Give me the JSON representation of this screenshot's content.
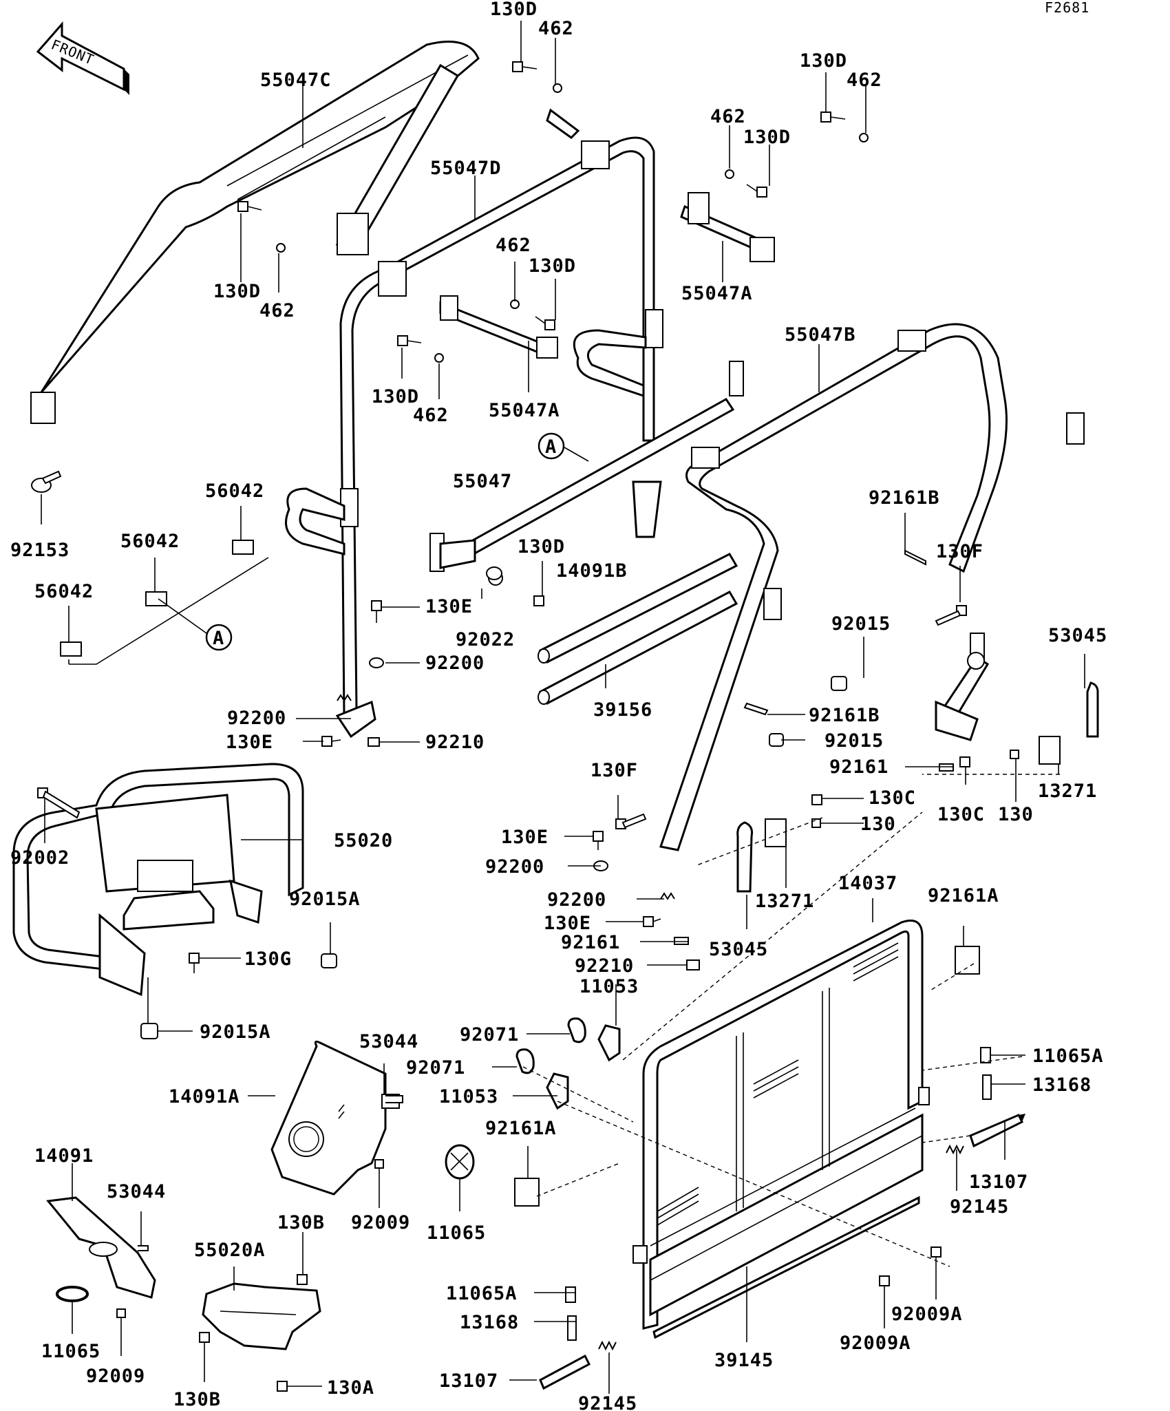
{
  "figure_code": "F2681",
  "front_arrow": "FRONT",
  "callouts": [
    "A",
    "A"
  ],
  "labels": [
    "130D",
    "462",
    "55047C",
    "130D",
    "462",
    "462",
    "130D",
    "55047D",
    "130D",
    "462",
    "462",
    "130D",
    "55047A",
    "55047B",
    "130D",
    "462",
    "55047A",
    "92153",
    "56042",
    "56042",
    "56042",
    "55047",
    "130D",
    "14091B",
    "130E",
    "92022",
    "92200",
    "39156",
    "92161B",
    "130F",
    "92015",
    "53045",
    "92200",
    "130E",
    "92210",
    "92161B",
    "92015",
    "92161",
    "130C",
    "130C",
    "130",
    "13271",
    "130F",
    "130E",
    "130",
    "92200",
    "13271",
    "92200",
    "130E",
    "92161",
    "92210",
    "53045",
    "92002",
    "55020",
    "92015A",
    "130G",
    "92015A",
    "14037",
    "92161A",
    "11053",
    "92071",
    "53044",
    "92071",
    "14091A",
    "11053",
    "92161A",
    "11065A",
    "13168",
    "13107",
    "92145",
    "11065",
    "92009",
    "14091",
    "53044",
    "130B",
    "55020A",
    "11065",
    "92009",
    "130B",
    "130A",
    "11065A",
    "13168",
    "13107",
    "92145",
    "92009A",
    "92009A",
    "39145"
  ]
}
